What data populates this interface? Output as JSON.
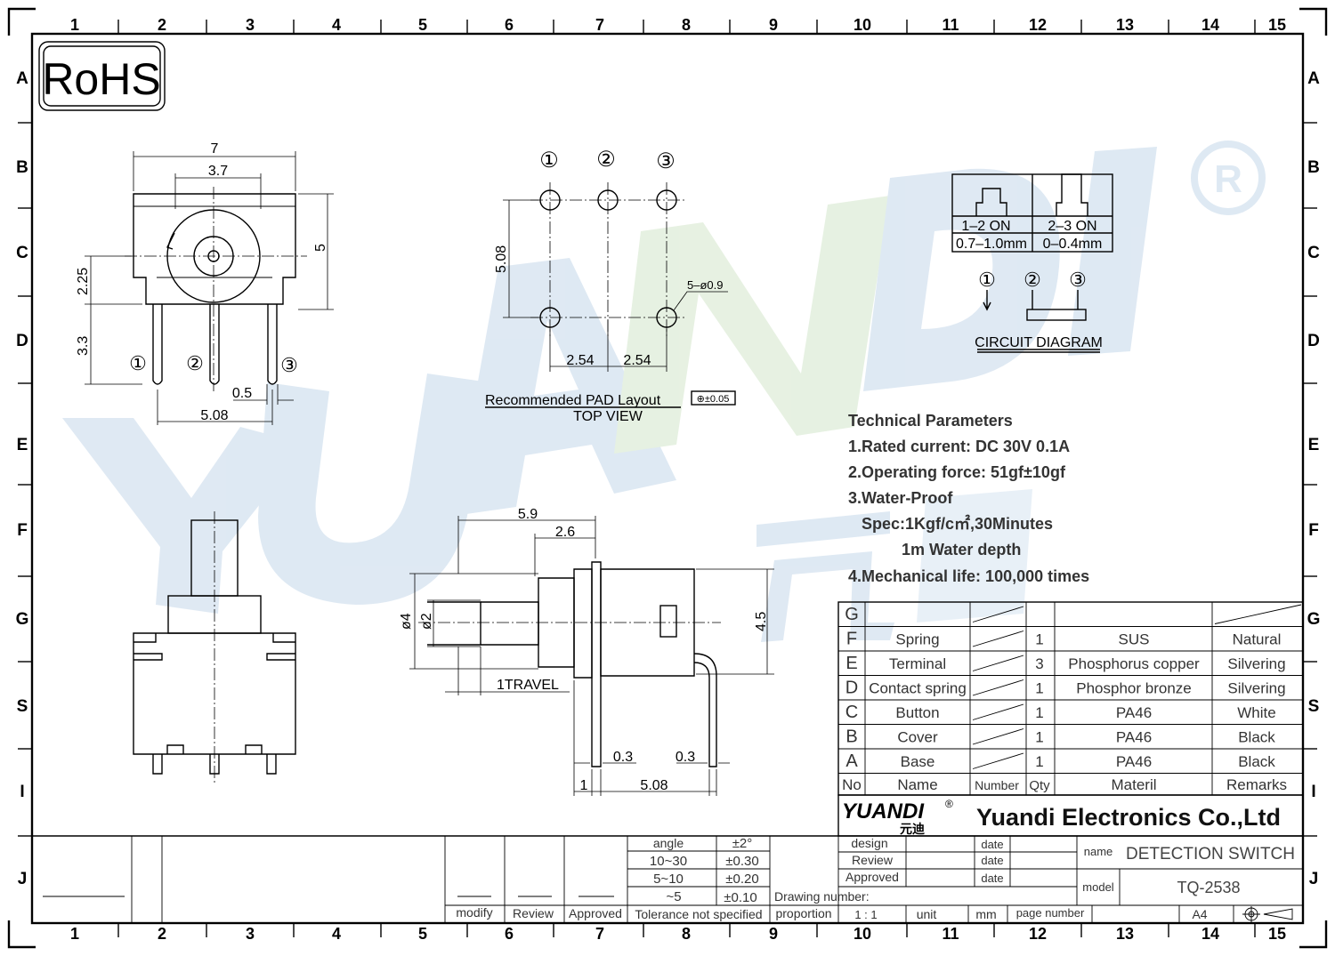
{
  "border": {
    "columns": [
      "1",
      "2",
      "3",
      "4",
      "5",
      "6",
      "7",
      "8",
      "9",
      "10",
      "11",
      "12",
      "13",
      "14",
      "15"
    ],
    "rows": [
      "A",
      "B",
      "C",
      "D",
      "E",
      "F",
      "G",
      "S",
      "I",
      "J"
    ]
  },
  "rohs": "RoHS",
  "watermark": {
    "text": "YUANDI",
    "registered": "®",
    "chinese": "元迪"
  },
  "side_view": {
    "width": "7",
    "inner": "3.7",
    "height": "5",
    "upper": "2.25",
    "lower": "3.3",
    "pin_w": "0.5",
    "pin_span": "5.08",
    "pins": [
      "①",
      "②",
      "③"
    ]
  },
  "pad_layout": {
    "pins": [
      "①",
      "②",
      "③"
    ],
    "height": "5.08",
    "holes": "5–ø0.9",
    "spacing": [
      "2.54",
      "2.54"
    ],
    "title": "Recommended  PAD  Layout",
    "tolerance": "⊕±0.05",
    "subtitle": "TOP  VIEW"
  },
  "circuit": {
    "states": [
      "1–2  ON",
      "2–3  ON"
    ],
    "travel": [
      "0.7–1.0mm",
      "0–0.4mm"
    ],
    "pins": [
      "①",
      "②",
      "③"
    ],
    "title": "CIRCUIT  DIAGRAM"
  },
  "front_view": {
    "dims": {
      "w": "5.9",
      "w2": "2.6",
      "d1": "ø4",
      "d2": "ø2",
      "h": "4.5",
      "travel": "1TRAVEL",
      "t1": "0.3",
      "t2": "0.3",
      "a": "1",
      "b": "5.08"
    }
  },
  "technical": {
    "title": "Technical Parameters",
    "lines": [
      "1.Rated current: DC 30V 0.1A",
      "2.Operating force: 51gf±10gf",
      "3.Water-Proof",
      "Spec:1Kgf/c㎡,30Minutes",
      "1m Water depth",
      "4.Mechanical life: 100,000 times"
    ]
  },
  "bom": {
    "rows": [
      {
        "no": "G",
        "name": "",
        "qty": "",
        "material": "",
        "remarks": ""
      },
      {
        "no": "F",
        "name": "Spring",
        "qty": "1",
        "material": "SUS",
        "remarks": "Natural"
      },
      {
        "no": "E",
        "name": "Terminal",
        "qty": "3",
        "material": "Phosphorus copper",
        "remarks": "Silvering"
      },
      {
        "no": "D",
        "name": "Contact spring",
        "qty": "1",
        "material": "Phosphor bronze",
        "remarks": "Silvering"
      },
      {
        "no": "C",
        "name": "Button",
        "qty": "1",
        "material": "PA46",
        "remarks": "White"
      },
      {
        "no": "B",
        "name": "Cover",
        "qty": "1",
        "material": "PA46",
        "remarks": "Black"
      },
      {
        "no": "A",
        "name": "Base",
        "qty": "1",
        "material": "PA46",
        "remarks": "Black"
      }
    ],
    "headers": {
      "no": "No",
      "name": "Name",
      "number": "Number",
      "qty": "Qty",
      "material": "Materil",
      "remarks": "Remarks"
    }
  },
  "company": {
    "logo": "YUANDI",
    "logo_r": "®",
    "logo_cn": "元迪",
    "name": "Yuandi Electronics Co.,Ltd"
  },
  "title_block": {
    "tolerances": [
      {
        "range": "angle",
        "tol": "±2°"
      },
      {
        "range": "10~30",
        "tol": "±0.30"
      },
      {
        "range": "5~10",
        "tol": "±0.20"
      },
      {
        "range": "~5",
        "tol": "±0.10"
      }
    ],
    "tolerance_label": "Tolerance not specified",
    "modify": "modify",
    "review": "Review",
    "approved": "Approved",
    "design": "design",
    "review2": "Review",
    "approved2": "Approved",
    "date": "date",
    "name_label": "name",
    "name_value": "DETECTION SWITCH",
    "model_label": "model",
    "model_value": "TQ-2538",
    "drawing_number": "Drawing number:",
    "proportion": "proportion",
    "scale": "1 : 1",
    "unit": "unit",
    "unit_value": "mm",
    "page_number": "page number",
    "size": "A4"
  }
}
